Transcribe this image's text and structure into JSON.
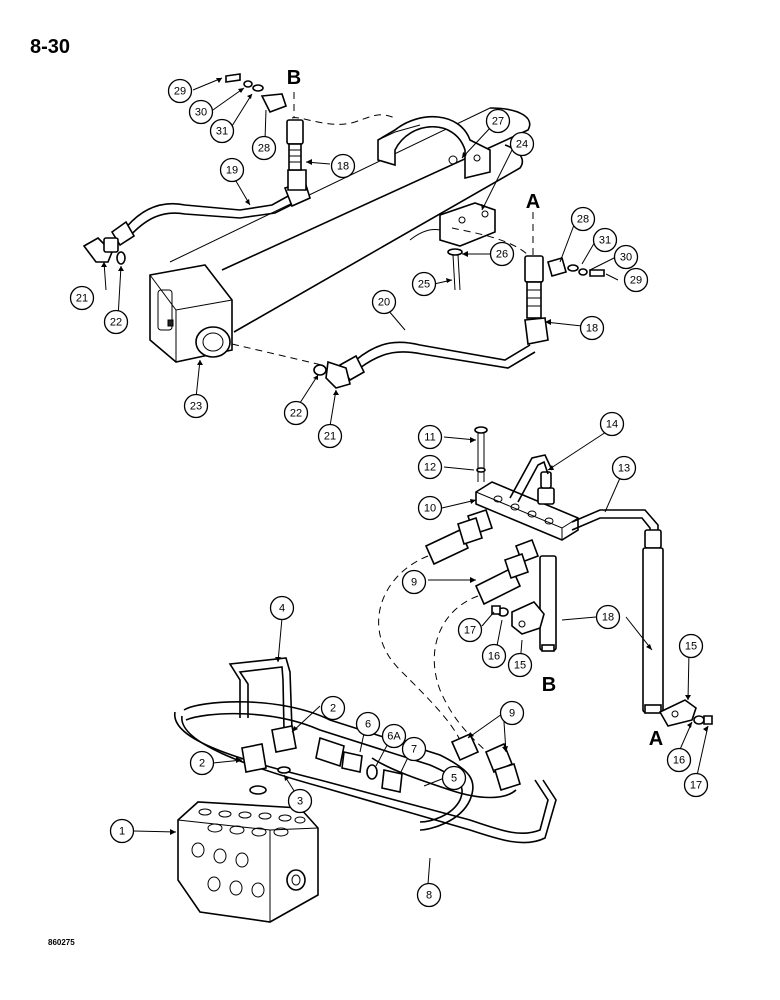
{
  "page": {
    "number": "8-30",
    "ref_code": "860275"
  },
  "markers": {
    "a": "A",
    "b": "B"
  },
  "callouts": {
    "c29a": "29",
    "c30a": "30",
    "c31a": "31",
    "c28a": "28",
    "c18a": "18",
    "c19": "19",
    "c27": "27",
    "c24": "24",
    "c21a": "21",
    "c22a": "22",
    "c23": "23",
    "c26": "26",
    "c25": "25",
    "c28b": "28",
    "c31b": "31",
    "c30b": "30",
    "c29b": "29",
    "c20": "20",
    "c18b": "18",
    "c22b": "22",
    "c21b": "21",
    "c11": "11",
    "c14": "14",
    "c12": "12",
    "c13": "13",
    "c10": "10",
    "c9a": "9",
    "c18c": "18",
    "c17a": "17",
    "c16a": "16",
    "c15a": "15",
    "c15b": "15",
    "c4": "4",
    "c2a": "2",
    "c6": "6",
    "c6A": "6A",
    "c9b": "9",
    "c2b": "2",
    "c3": "3",
    "c7": "7",
    "c5": "5",
    "c16b": "16",
    "c17b": "17",
    "c1": "1",
    "c8": "8"
  }
}
